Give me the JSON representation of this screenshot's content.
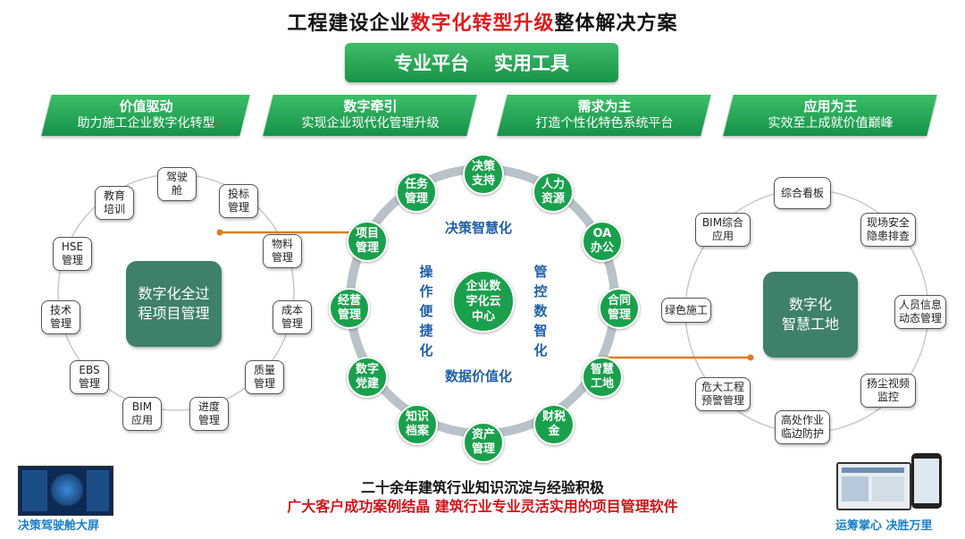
{
  "title": {
    "before": "工程建设企业",
    "highlight": "数字化转型升级",
    "after": "整体解决方案"
  },
  "platform": {
    "left": "专业平台",
    "right": "实用工具"
  },
  "bands": [
    {
      "head": "价值驱动",
      "sub": "助力施工企业数字化转型"
    },
    {
      "head": "数字牵引",
      "sub": "实现企业现代化管理升级"
    },
    {
      "head": "需求为主",
      "sub": "打造个性化特色系统平台"
    },
    {
      "head": "应用为王",
      "sub": "实效至上成就价值巅峰"
    }
  ],
  "left_ring": {
    "center": [
      "数字化全过",
      "程项目管理"
    ],
    "nodes": [
      [
        "驾驶",
        "舱"
      ],
      [
        "投标",
        "管理"
      ],
      [
        "物料",
        "管理"
      ],
      [
        "成本",
        "管理"
      ],
      [
        "质量",
        "管理"
      ],
      [
        "进度",
        "管理"
      ],
      [
        "BIM",
        "应用"
      ],
      [
        "EBS",
        "管理"
      ],
      [
        "技术",
        "管理"
      ],
      [
        "HSE",
        "管理"
      ],
      [
        "教育",
        "培训"
      ]
    ]
  },
  "middle_ring": {
    "center": [
      "企业数",
      "字化云",
      "中心"
    ],
    "nodes": [
      [
        "决策",
        "支持"
      ],
      [
        "人力",
        "资源"
      ],
      [
        "OA",
        "办公"
      ],
      [
        "合同",
        "管理"
      ],
      [
        "智慧",
        "工地"
      ],
      [
        "财税",
        "金"
      ],
      [
        "资产",
        "管理"
      ],
      [
        "知识",
        "档案"
      ],
      [
        "数字",
        "党建"
      ],
      [
        "经营",
        "管理"
      ],
      [
        "项目",
        "管理"
      ],
      [
        "任务",
        "管理"
      ]
    ],
    "top_text": "决策智慧化",
    "bottom_text": "数据价值化",
    "left_text": "操作便捷化",
    "right_text": "管控数智化"
  },
  "right_ring": {
    "center": [
      "数字化",
      "智慧工地"
    ],
    "nodes": [
      [
        "综合看板"
      ],
      [
        "现场安全",
        "隐患排查"
      ],
      [
        "人员信息",
        "动态管理"
      ],
      [
        "扬尘视频",
        "监控"
      ],
      [
        "高处作业",
        "临边防护"
      ],
      [
        "危大工程",
        "预警管理"
      ],
      [
        "绿色施工"
      ],
      [
        "BIM综合",
        "应用"
      ]
    ]
  },
  "bottom": {
    "line1": "二十余年建筑行业知识沉淀与经验积极",
    "line2": "广大客户成功案例结晶  建筑行业专业灵活实用的项目管理软件"
  },
  "captions": {
    "left": "决策驾驶舱大屏",
    "right": "运筹掌心  决胜万里"
  },
  "colors": {
    "accent_green": "#1aa04c",
    "highlight_red": "#e0191d",
    "dark_teal": "#3e8168",
    "connector_orange": "#e07b1f"
  }
}
